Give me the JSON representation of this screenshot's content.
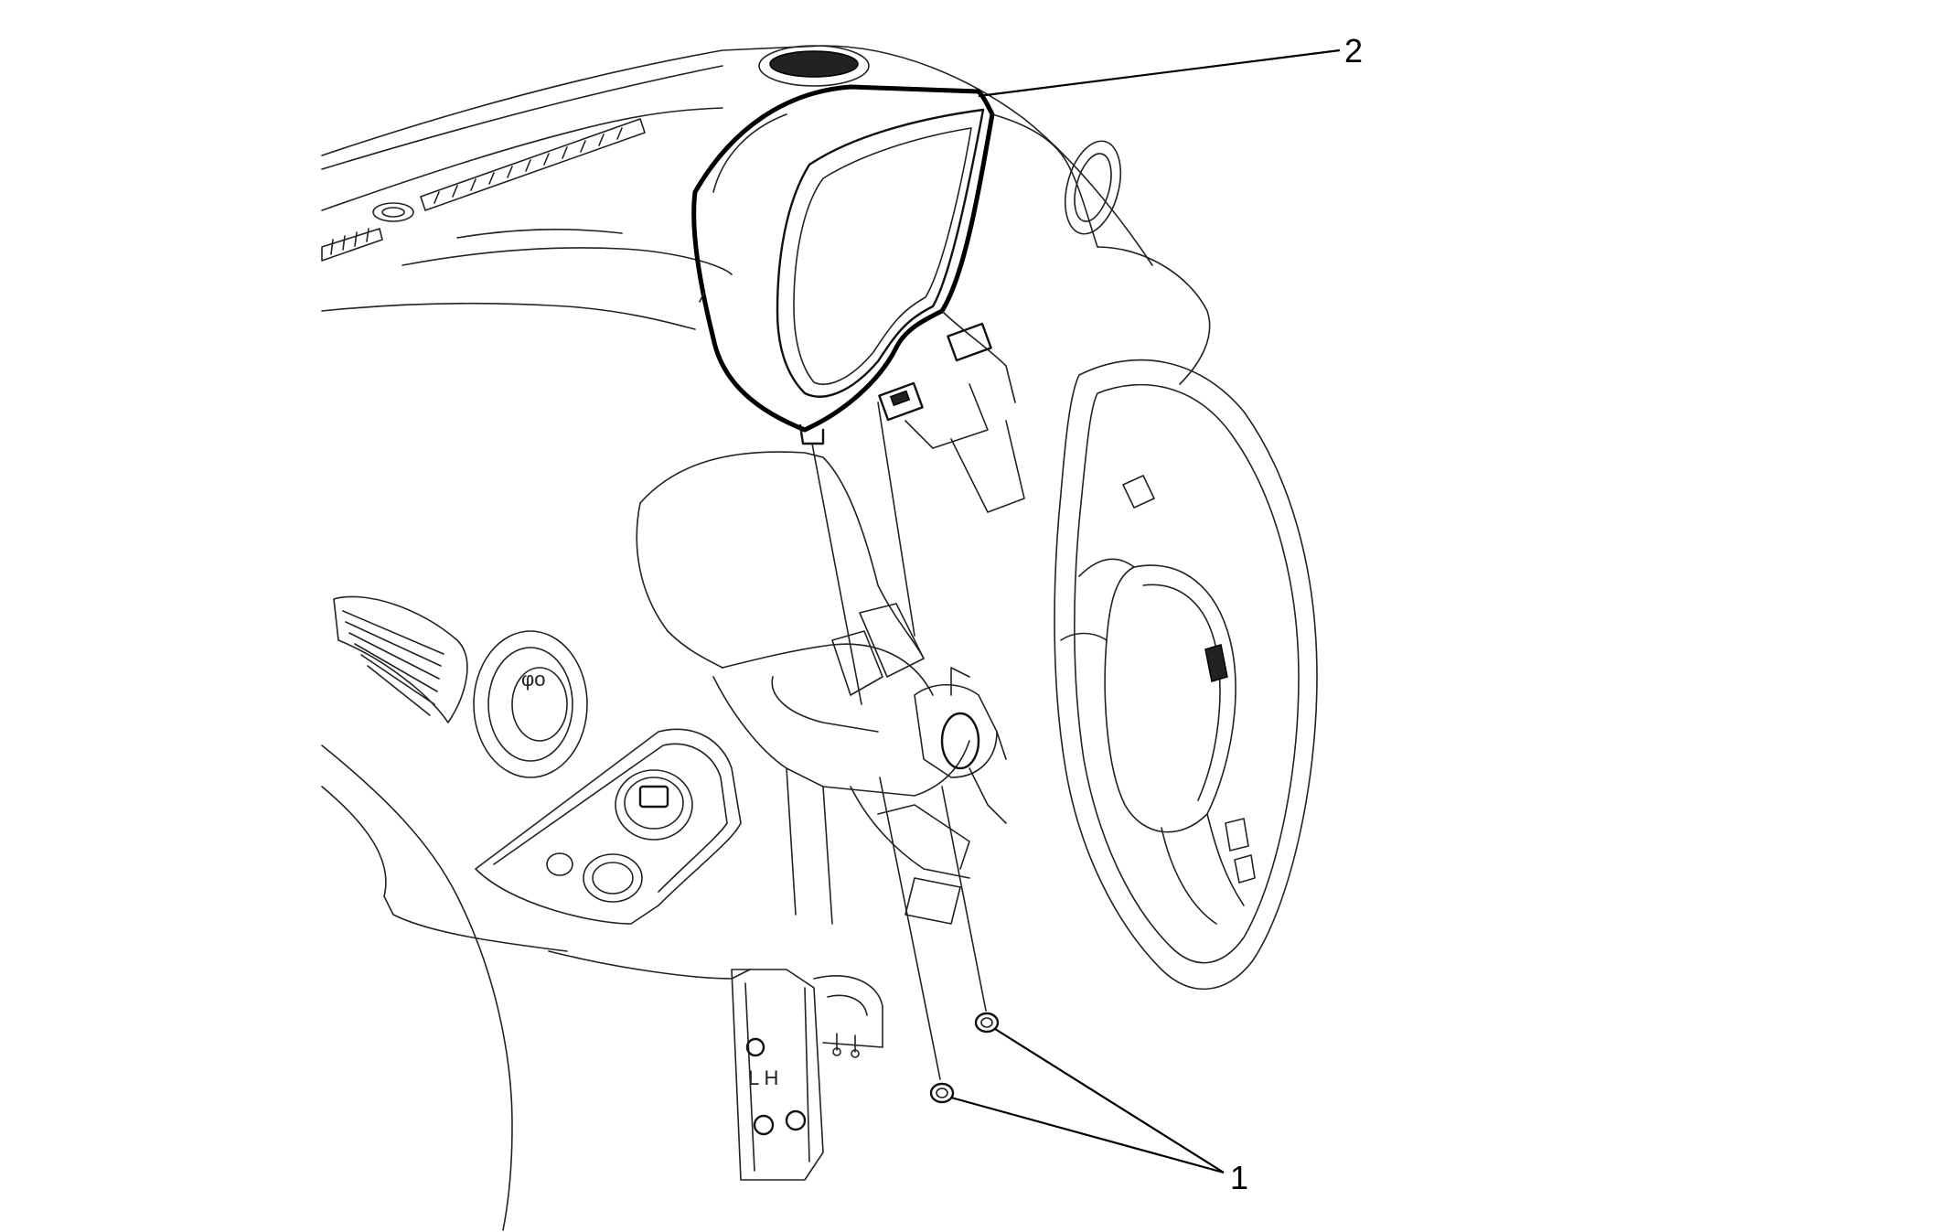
{
  "callouts": [
    {
      "id": "1",
      "label": "1"
    },
    {
      "id": "2",
      "label": "2"
    }
  ],
  "stamp_text": "L H",
  "colors": {
    "line": "#000000",
    "background": "#ffffff"
  }
}
